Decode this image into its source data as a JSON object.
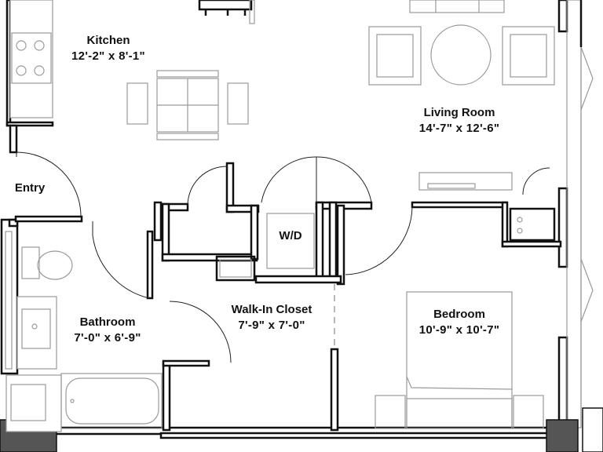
{
  "rooms": {
    "kitchen": {
      "name": "Kitchen",
      "dims": "12'-2\" x 8'-1\""
    },
    "living": {
      "name": "Living Room",
      "dims": "14'-7\" x 12'-6\""
    },
    "entry": {
      "name": "Entry"
    },
    "wd": {
      "name": "W/D"
    },
    "bathroom": {
      "name": "Bathroom",
      "dims": "7'-0\" x 6'-9\""
    },
    "closet": {
      "name": "Walk-In Closet",
      "dims": "7'-9\" x 7'-0\""
    },
    "bedroom": {
      "name": "Bedroom",
      "dims": "10'-9\" x 10'-7\""
    }
  },
  "colors": {
    "wall": "#111111",
    "fixture": "#9a9a9a",
    "column": "#555555"
  }
}
